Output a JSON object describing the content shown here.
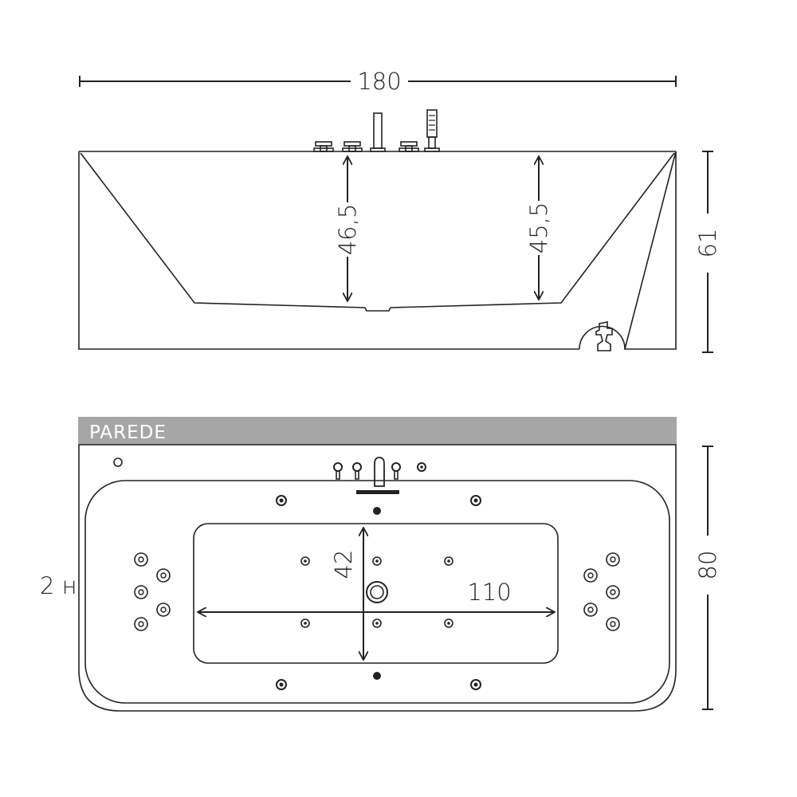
{
  "side_view": {
    "width_label": "180",
    "depth_left_label": "46,5",
    "depth_right_label": "45,5",
    "height_label": "61"
  },
  "top_view": {
    "wall_label": "PAREDE",
    "wall_color": "#a6a6a6",
    "width_label": "80",
    "inner_width_label": "42",
    "inner_length_label": "110",
    "side_label": "2 н"
  },
  "colors": {
    "line": "#222222",
    "background": "#ffffff"
  }
}
